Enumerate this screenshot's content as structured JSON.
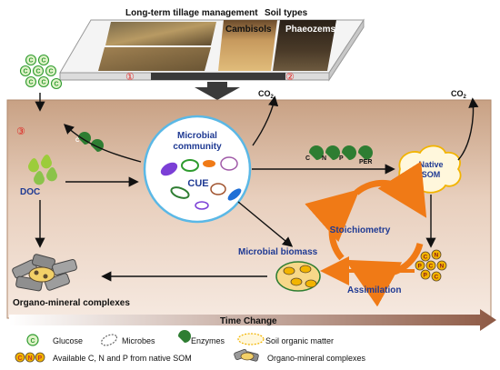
{
  "header": {
    "tillage_label": "Long-term tillage management",
    "soil_types_label": "Soil types",
    "cambisols": "Cambisols",
    "phaeozems": "Phaeozems",
    "marker_1": "①",
    "marker_2": "②",
    "marker_3": "③"
  },
  "flux": {
    "co2_left": "CO",
    "co2_right": "CO",
    "co2_sub": "2"
  },
  "nodes": {
    "doc": "DOC",
    "microbial_community_line1": "Microbial",
    "microbial_community_line2": "community",
    "cue": "CUE",
    "native_som_line1": "Native",
    "native_som_line2": "SOM",
    "stoichiometry": "Stoichiometry",
    "microbial_biomass": "Microbial biomass",
    "assimilation": "Assimilation",
    "organo_mineral": "Organo-mineral complexes",
    "time_change": "Time Change"
  },
  "enzymes": {
    "c": "C",
    "n": "N",
    "p": "P",
    "per": "PER"
  },
  "legend": {
    "glucose": "Glucose",
    "microbes": "Microbes",
    "enzymes": "Enzymes",
    "som": "Soil organic matter",
    "cnp_c": "C",
    "cnp_n": "N",
    "cnp_p": "P",
    "available": "Available C, N and P from native SOM",
    "organo_mineral": "Organo-mineral complexes"
  },
  "colors": {
    "soil_top": "#c8a184",
    "soil_bottom": "#f3e2d7",
    "circle_border": "#5ab8e6",
    "enzyme_green": "#2e7d32",
    "glucose_green": "#2e9b2e",
    "stoich_orange": "#f07a16",
    "time_arrow": "#8e5a45",
    "som_yellow": "#f2b400",
    "marker_red": "#e0201c",
    "label_blue": "#1f3a93"
  }
}
